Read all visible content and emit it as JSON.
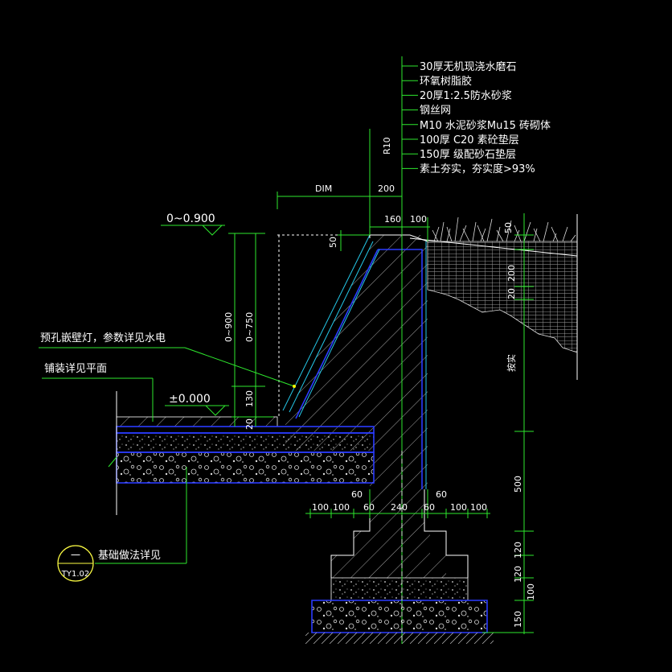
{
  "layers": [
    "30厚无机现浇水磨石",
    "环氧树脂胶",
    "20厚1:2.5防水砂浆",
    "钢丝网",
    "M10 水泥砂浆Mu15 砖砌体",
    "100厚 C20 素砼垫层",
    "150厚 级配砂石垫层",
    "素土夯实，夯实度>93%"
  ],
  "notes": {
    "lamp": "预孔嵌壁灯，参数详见水电",
    "paving": "铺装详见平面",
    "foundation": "基础做法详见"
  },
  "levels": {
    "top": "0~0.900",
    "ground": "±0.000"
  },
  "detail_ref": {
    "number": "一",
    "sheet": "TY1.02"
  },
  "dims": {
    "r10": "R10",
    "dim": "DIM",
    "d200_top": "200",
    "d160": "160",
    "d100_top": "100",
    "d50_top": "50",
    "d50_left": "50",
    "d0_900": "0~900",
    "d0_750": "0~750",
    "d130": "130",
    "d20": "20",
    "d60_a": "60",
    "d60_b": "60",
    "d240": "240",
    "d60_c": "60",
    "d60_d": "60",
    "d100_l1": "100",
    "d100_l2": "100",
    "d100_r1": "100",
    "d100_r2": "100",
    "r50": "50",
    "r200": "200",
    "r20": "20",
    "r_var": "按实",
    "r500": "500",
    "r120a": "120",
    "r120b": "120",
    "r100": "100",
    "r150": "150"
  },
  "colors": {
    "background": "#000000",
    "dimension": "#2ee82e",
    "outline": "#2a3bff",
    "waterproof": "#25c8e8",
    "text": "#ffffff"
  }
}
